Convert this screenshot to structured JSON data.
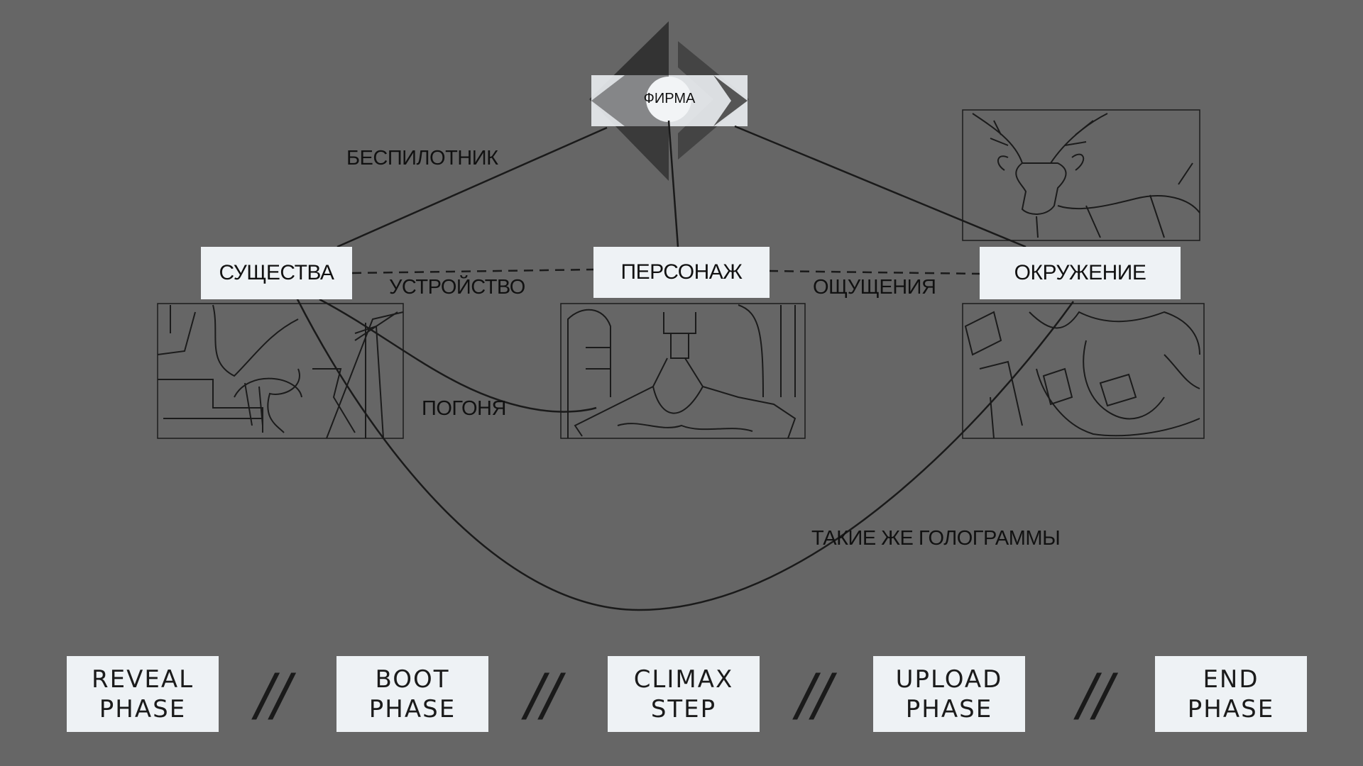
{
  "diagram": {
    "firm_label": "ФИРМА",
    "nodes": {
      "creatures": "СУЩЕСТВА",
      "character": "ПЕРСОНАЖ",
      "environment": "ОКРУЖЕНИЕ"
    },
    "edge_labels": {
      "drone": "БЕСПИЛОТНИК",
      "device": "УСТРОЙСТВО",
      "sensations": "ОЩУЩЕНИЯ",
      "chase": "ПОГОНЯ",
      "holograms": "ТАКИЕ ЖЕ ГОЛОГРАММЫ"
    }
  },
  "phases": [
    {
      "line1": "REVEAL",
      "line2": "PHASE"
    },
    {
      "line1": "BOOT",
      "line2": "PHASE"
    },
    {
      "line1": "CLIMAX",
      "line2": "STEP"
    },
    {
      "line1": "UPLOAD",
      "line2": "PHASE"
    },
    {
      "line1": "END",
      "line2": "PHASE"
    }
  ],
  "separator": "//",
  "colors": {
    "background": "#666666",
    "box": "#eef2f5",
    "ink": "#1a1a1a",
    "logo_dark": "#333333",
    "logo_mid": "#444444"
  }
}
